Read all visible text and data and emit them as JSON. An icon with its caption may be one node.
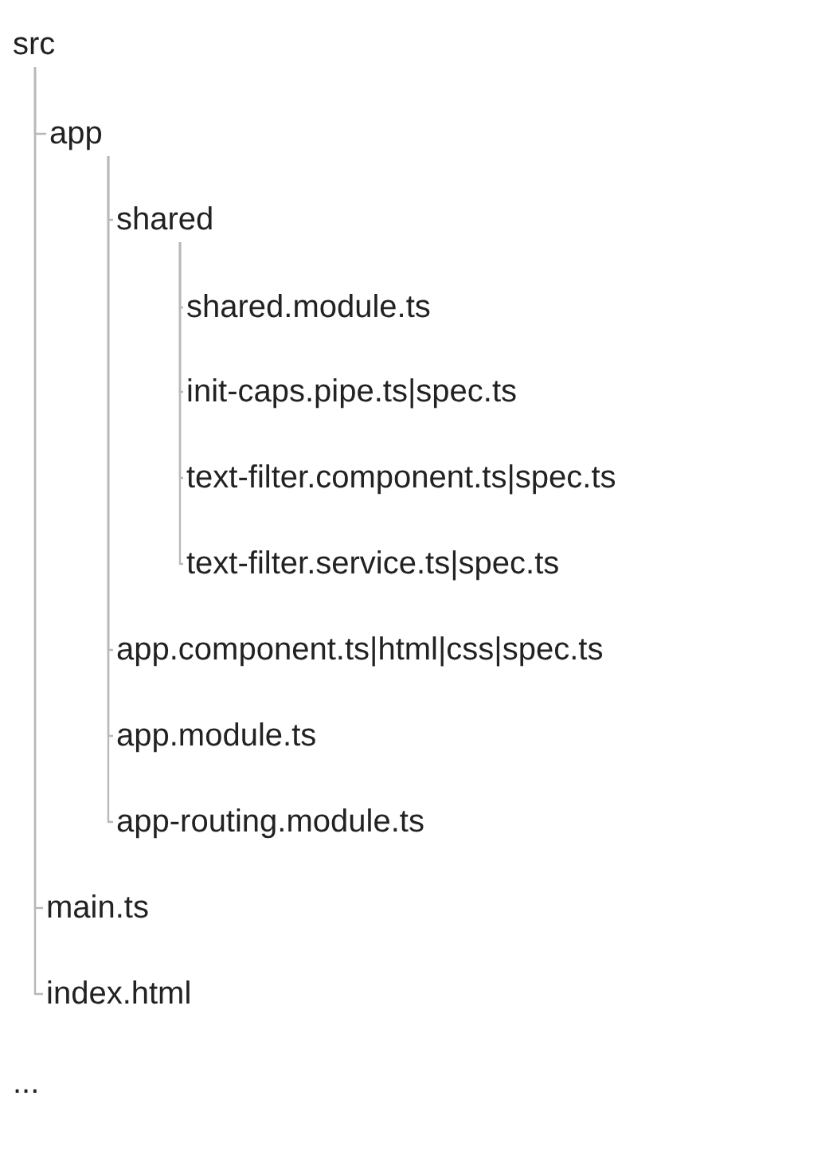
{
  "diagram": {
    "nodes": [
      {
        "text": [
          "src"
        ]
      },
      {
        "text": [
          "app"
        ]
      },
      {
        "text": [
          "shared"
        ]
      },
      {
        "text": [
          "shared.module.ts"
        ]
      },
      {
        "text": [
          "init-caps.pipe.ts|spec.ts"
        ]
      },
      {
        "text": [
          "text-filter.component.ts|spec.ts"
        ]
      },
      {
        "text": [
          "text-filter.service.ts|spec.ts"
        ]
      },
      {
        "text": [
          "app.component.ts|html|css|spec.ts"
        ]
      },
      {
        "text": [
          "app.module.ts"
        ]
      },
      {
        "text": [
          "app-routing.module.ts"
        ]
      },
      {
        "text": [
          "main.ts"
        ]
      },
      {
        "text": [
          "index.html"
        ]
      }
    ],
    "edges": [
      {
        "from": 0,
        "to": 1,
        "arrow": "none"
      },
      {
        "from": 1,
        "to": 2,
        "arrow": "none"
      },
      {
        "from": 2,
        "to": 3,
        "arrow": "none"
      },
      {
        "from": 2,
        "to": 4,
        "arrow": "none"
      },
      {
        "from": 2,
        "to": 5,
        "arrow": "none"
      },
      {
        "from": 2,
        "to": 6,
        "arrow": "none"
      },
      {
        "from": 1,
        "to": 7,
        "arrow": "none"
      },
      {
        "from": 1,
        "to": 8,
        "arrow": "none"
      },
      {
        "from": 1,
        "to": 9,
        "arrow": "none"
      },
      {
        "from": 0,
        "to": 10,
        "arrow": "none"
      },
      {
        "from": 0,
        "to": 11,
        "arrow": "none"
      }
    ],
    "labels": [
      "..."
    ]
  }
}
